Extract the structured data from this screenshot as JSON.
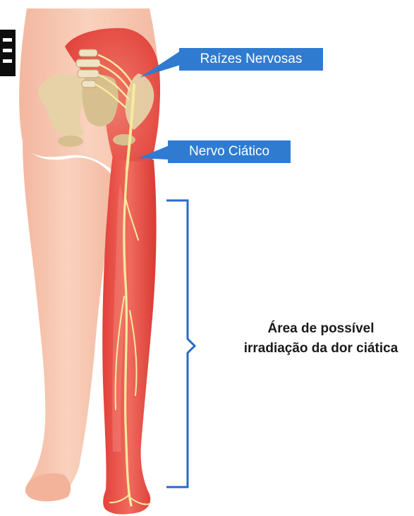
{
  "labels": {
    "nerve_roots": "Raízes Nervosas",
    "sciatic_nerve": "Nervo Ciático",
    "pain_area_line1": "Área de possível",
    "pain_area_line2": "irradiação da dor ciática"
  },
  "colors": {
    "callout_bg": "#2f7bd0",
    "skin": "#f6c8ae",
    "pain_red": "#e8473f",
    "nerve": "#f4ec9c",
    "bone": "#e6d2a6",
    "bracket": "#2a6bc4"
  },
  "icons": [
    "nerve-icon",
    "pelvis-icon",
    "spine-icon"
  ]
}
